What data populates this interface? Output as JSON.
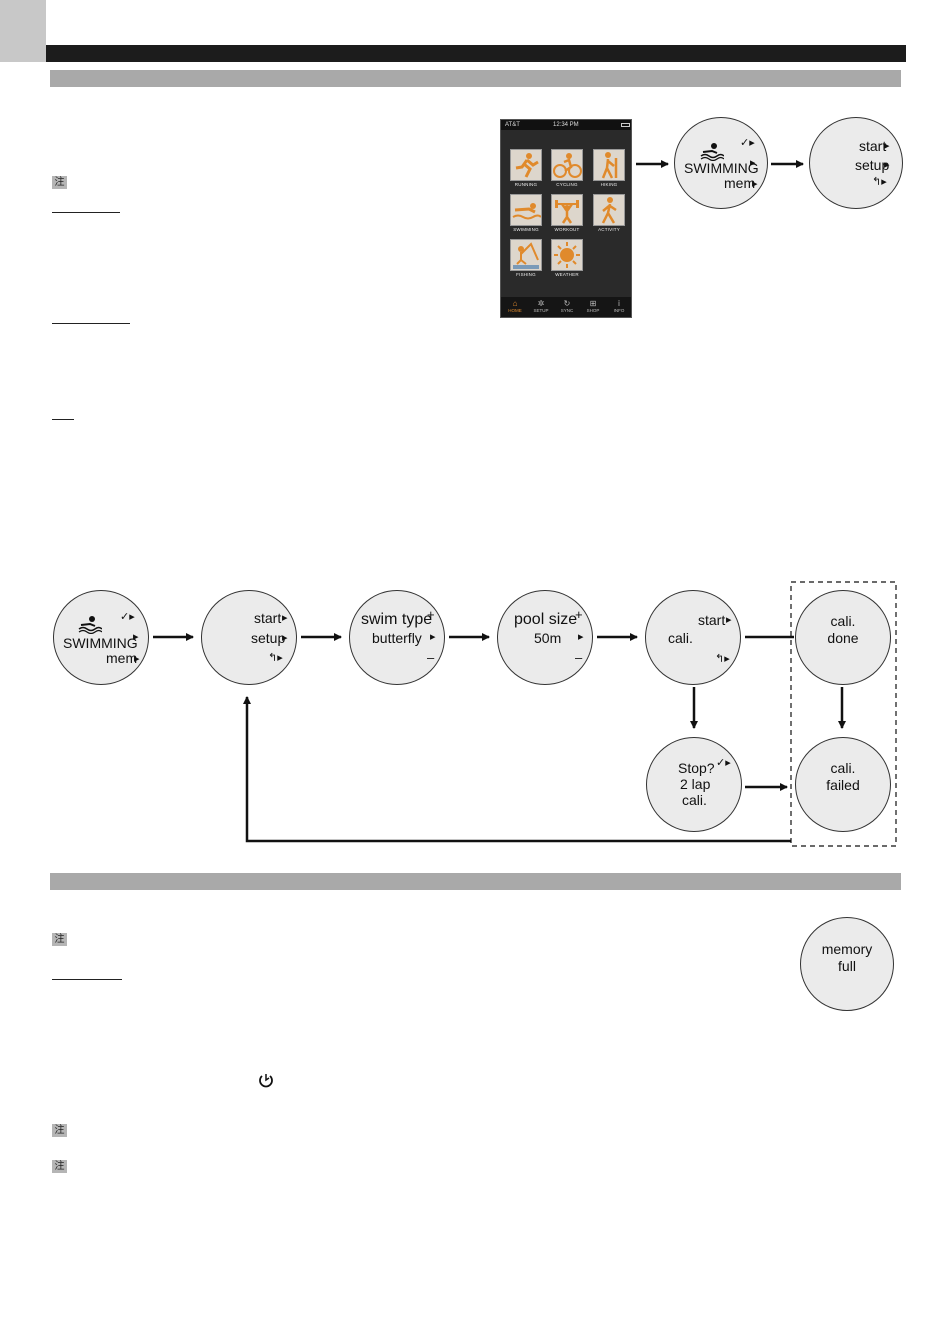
{
  "note_marker": "注",
  "phone": {
    "carrier": "AT&T",
    "time": "12:34 PM",
    "apps": [
      {
        "label": "RUNNING",
        "icon": "running-icon"
      },
      {
        "label": "CYCLING",
        "icon": "cycling-icon"
      },
      {
        "label": "HIKING",
        "icon": "hiking-icon"
      },
      {
        "label": "SWIMMING",
        "icon": "swimming-icon"
      },
      {
        "label": "WORKOUT",
        "icon": "workout-icon"
      },
      {
        "label": "ACTIVITY",
        "icon": "activity-icon"
      },
      {
        "label": "FISHING",
        "icon": "fishing-icon"
      },
      {
        "label": "WEATHER",
        "icon": "weather-icon"
      }
    ],
    "tabs": [
      "HOME",
      "SETUP",
      "SYNC",
      "SHOP",
      "INFO"
    ]
  },
  "top_flow": {
    "swimming_screen": {
      "title": "SWIMMING",
      "mem": "mem"
    },
    "menu_screen": {
      "start": "start",
      "setup": "setup"
    }
  },
  "diagram": {
    "swimming_screen": {
      "title": "SWIMMING",
      "mem": "mem"
    },
    "menu_screen": {
      "start": "start",
      "setup": "setup"
    },
    "swim_type_screen": {
      "title": "swim type",
      "value": "butterfly"
    },
    "pool_size_screen": {
      "title": "pool size",
      "value": "50m"
    },
    "start_cali_screen": {
      "start": "start",
      "cali": "cali."
    },
    "cali_done_screen": {
      "line1": "cali.",
      "line2": "done"
    },
    "stop_screen": {
      "line1": "Stop?",
      "line2": "2 lap",
      "line3": "cali."
    },
    "cali_failed_screen": {
      "line1": "cali.",
      "line2": "failed"
    }
  },
  "memory_full_screen": {
    "line1": "memory",
    "line2": "full"
  },
  "colors": {
    "header_bar": "#1c1c1c",
    "section_bar": "#a9a9a9",
    "watch_face": "#ebebeb",
    "phone_bg": "#2a2a2a",
    "app_accent": "#e08a2c"
  }
}
